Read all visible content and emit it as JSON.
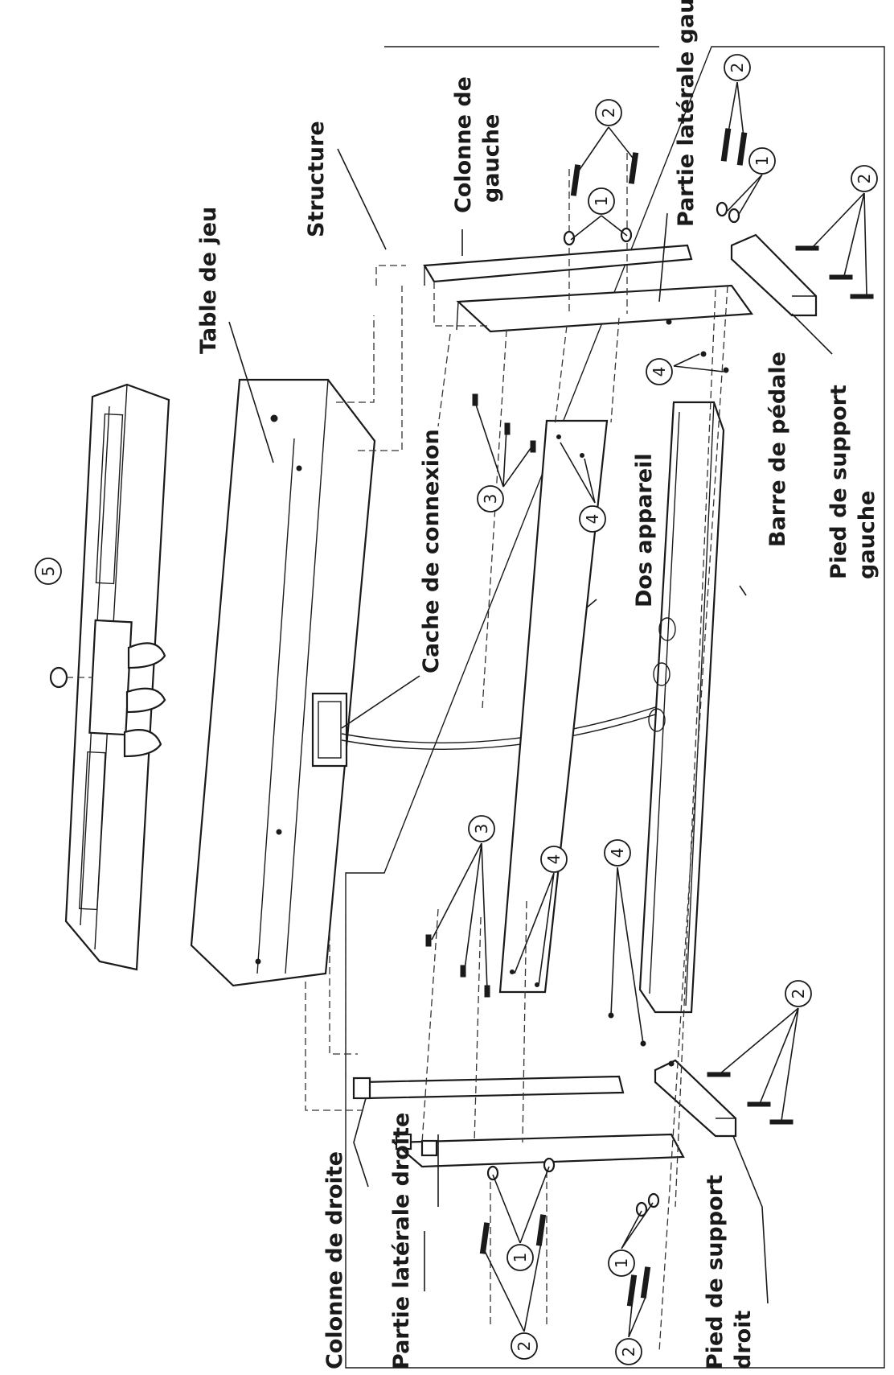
{
  "labels": {
    "table_de_jeu": "Table de jeu",
    "structure": "Structure",
    "colonne_gauche_line1": "Colonne de",
    "colonne_gauche_line2": "gauche",
    "partie_laterale_gauche": "Partie latérale gauche",
    "cache_de_connexion": "Cache de connexion",
    "dos_appareil": "Dos appareil",
    "barre_de_pedale": "Barre de pédale",
    "pied_gauche_line1": "Pied      de      support",
    "pied_gauche_line2": "gauche",
    "colonne_de_droite": "Colonne de droite",
    "partie_laterale_droite": "Partie latérale droite",
    "pied_droit_line1": "Pied      de      support",
    "pied_droit_line2": "droit"
  },
  "numbers": {
    "n1": "1",
    "n2": "2",
    "n3": "3",
    "n4": "4",
    "n5": "5"
  }
}
